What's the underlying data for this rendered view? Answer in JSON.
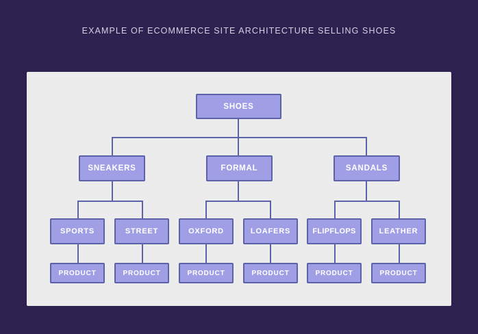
{
  "title": "EXAMPLE OF ECOMMERCE SITE ARCHITECTURE SELLING SHOES",
  "colors": {
    "background": "#2d2150",
    "panel": "#ececec",
    "node_fill": "#a09fe6",
    "node_border": "#5b62a8",
    "node_text": "#ffffff",
    "title_text": "#d4d0e2"
  },
  "tree": {
    "root": "SHOES",
    "categories": [
      {
        "label": "SNEAKERS",
        "subcategories": [
          {
            "label": "SPORTS",
            "product": "PRODUCT"
          },
          {
            "label": "STREET",
            "product": "PRODUCT"
          }
        ]
      },
      {
        "label": "FORMAL",
        "subcategories": [
          {
            "label": "OXFORD",
            "product": "PRODUCT"
          },
          {
            "label": "LOAFERS",
            "product": "PRODUCT"
          }
        ]
      },
      {
        "label": "SANDALS",
        "subcategories": [
          {
            "label": "FLIPFLOPS",
            "product": "PRODUCT"
          },
          {
            "label": "LEATHER",
            "product": "PRODUCT"
          }
        ]
      }
    ]
  }
}
